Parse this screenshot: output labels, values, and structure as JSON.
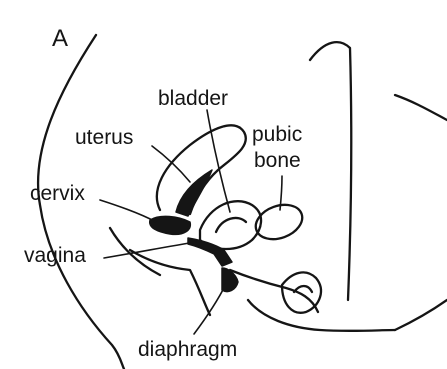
{
  "panel": {
    "letter": "A"
  },
  "labels": {
    "bladder": "bladder",
    "uterus": "uterus",
    "pubic": "pubic",
    "bone": "bone",
    "cervix": "cervix",
    "vagina": "vagina",
    "diaphragm": "diaphragm"
  }
}
